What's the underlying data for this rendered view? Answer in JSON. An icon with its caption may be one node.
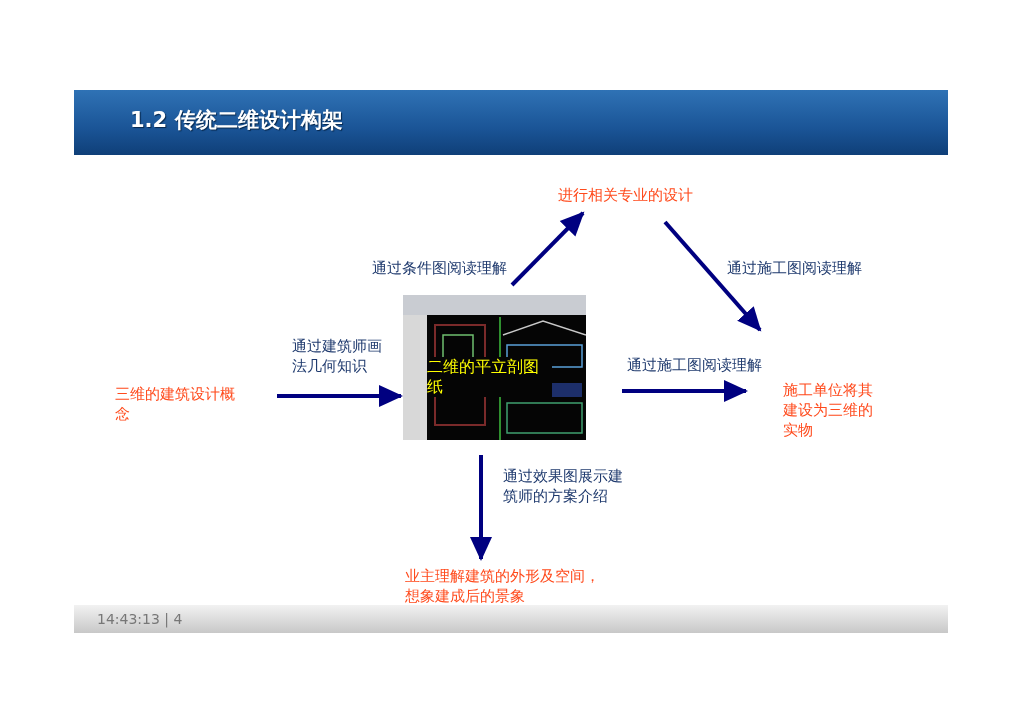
{
  "diagram": {
    "title": "1.2 传统二维设计构架",
    "nodes": [
      {
        "text": [
          "三维的建筑设计概念"
        ]
      },
      {
        "text": [
          "二维的平立剖图纸"
        ]
      },
      {
        "text": [
          "进行相关专业的设计"
        ]
      },
      {
        "text": [
          "施工单位将其建设为三维的实物"
        ]
      },
      {
        "text": [
          "业主理解建筑的外形及空间，想象建成后的景象"
        ]
      }
    ],
    "edges": [
      {
        "from": 0,
        "to": 1,
        "arrow": "to",
        "label": "通过建筑师画法几何知识"
      },
      {
        "from": 1,
        "to": 2,
        "arrow": "to",
        "label": "通过条件图阅读理解"
      },
      {
        "from": 2,
        "to": 3,
        "arrow": "to",
        "label": "通过施工图阅读理解"
      },
      {
        "from": 1,
        "to": 3,
        "arrow": "to",
        "label": "通过施工图阅读理解"
      },
      {
        "from": 1,
        "to": 4,
        "arrow": "to",
        "label": "通过效果图展示建筑师的方案介绍"
      }
    ],
    "labels": [
      "14:43:13 | 4"
    ]
  }
}
